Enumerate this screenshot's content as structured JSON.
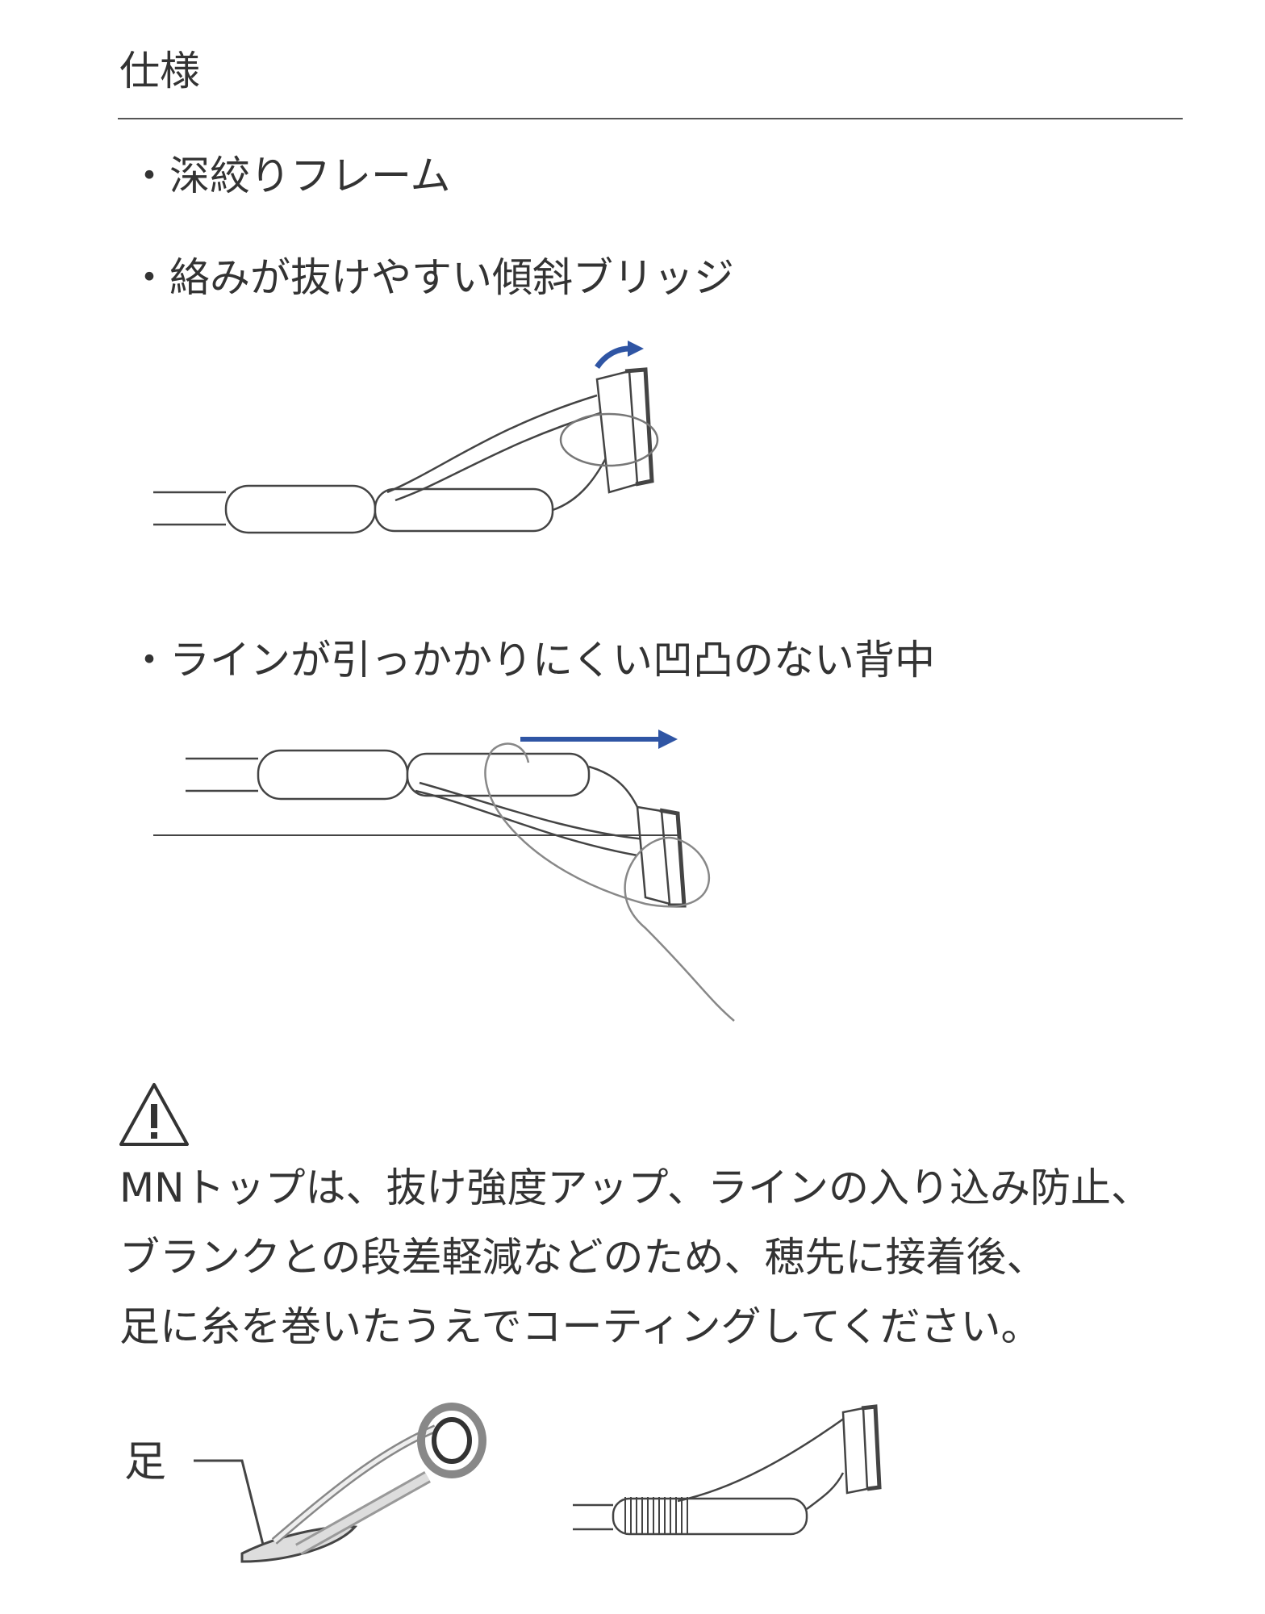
{
  "section_title": "仕様",
  "features": [
    "・深絞りフレーム",
    "・絡みが抜けやすい傾斜ブリッジ",
    "・ラインが引っかかりにくい凹凸のない背中"
  ],
  "notice": {
    "icon": "warning-triangle-icon",
    "lines": [
      "MNトップは、抜け強度アップ、ラインの入り込み防止、",
      "ブランクとの段差軽減などのため、穂先に接着後、",
      "足に糸を巻いたうえでコーティングしてください。"
    ]
  },
  "foot_label": "足",
  "colors": {
    "arrow": "#2f55a4",
    "text": "#333333",
    "line": "#444444"
  }
}
